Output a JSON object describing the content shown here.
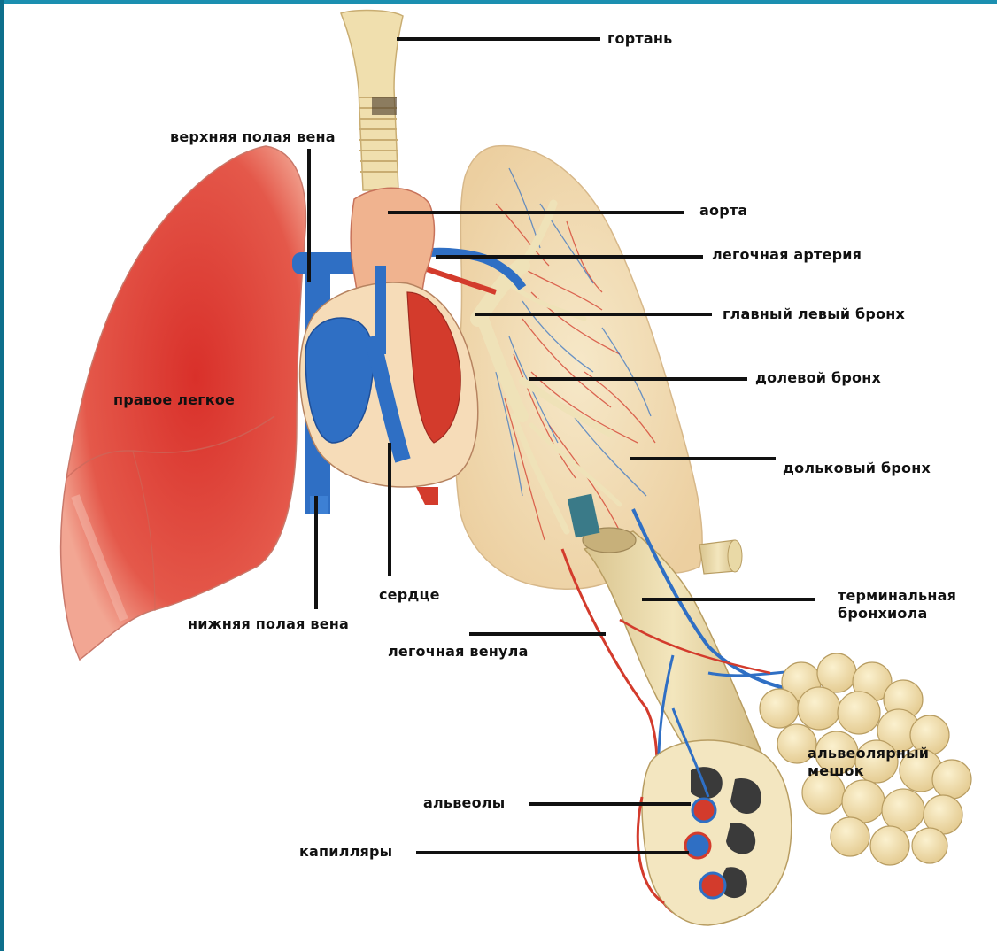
{
  "labels": {
    "larynx": "гортань",
    "superior_vena_cava": "верхняя полая вена",
    "aorta": "аорта",
    "pulmonary_artery": "легочная артерия",
    "main_left_bronchus": "главный левый бронх",
    "lobar_bronchus": "долевой бронх",
    "right_lung": "правое легкое",
    "lobular_bronchus": "дольковый бронх",
    "heart": "сердце",
    "terminal_bronchiole_1": "терминальная",
    "terminal_bronchiole_2": "бронхиола",
    "inferior_vena_cava": "нижняя полая вена",
    "pulmonary_venule": "легочная венула",
    "alveolar_sac_1": "альвеолярный",
    "alveolar_sac_2": "мешок",
    "alveoli": "альвеолы",
    "capillaries": "капилляры"
  },
  "colors": {
    "frame": "#1b8fb0",
    "lung_red": "#d8352b",
    "lung_pale": "#f3dfb8",
    "vein_blue": "#2f6fc4",
    "artery_red": "#d33b2c",
    "bronchus_cream": "#efe0b4",
    "leader_line": "#111111"
  }
}
